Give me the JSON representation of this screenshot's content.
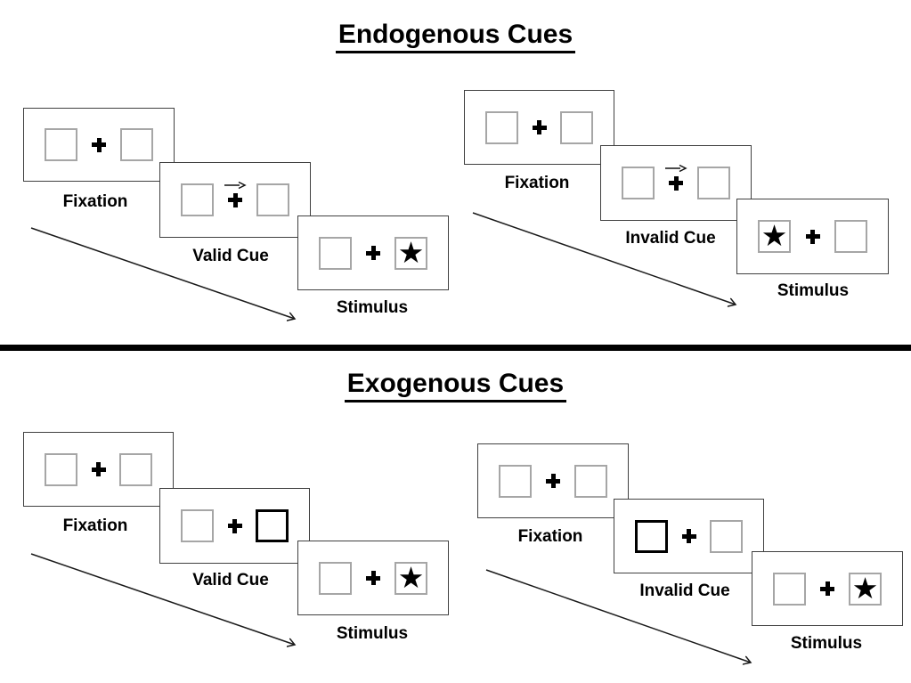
{
  "diagram": {
    "sections": [
      {
        "id": "endogenous",
        "title": "Endogenous Cues",
        "sequences": [
          {
            "id": "valid",
            "steps": [
              {
                "label": "Fixation",
                "cue": null,
                "target": null
              },
              {
                "label": "Valid Cue",
                "cue": "central-arrow-right",
                "target": null
              },
              {
                "label": "Stimulus",
                "cue": null,
                "target": "star-right"
              }
            ]
          },
          {
            "id": "invalid",
            "steps": [
              {
                "label": "Fixation",
                "cue": null,
                "target": null
              },
              {
                "label": "Invalid Cue",
                "cue": "central-arrow-right",
                "target": null
              },
              {
                "label": "Stimulus",
                "cue": null,
                "target": "star-left"
              }
            ]
          }
        ]
      },
      {
        "id": "exogenous",
        "title": "Exogenous Cues",
        "sequences": [
          {
            "id": "valid",
            "steps": [
              {
                "label": "Fixation",
                "cue": null,
                "target": null
              },
              {
                "label": "Valid Cue",
                "cue": "peripheral-highlight-right",
                "target": null
              },
              {
                "label": "Stimulus",
                "cue": null,
                "target": "star-right"
              }
            ]
          },
          {
            "id": "invalid",
            "steps": [
              {
                "label": "Fixation",
                "cue": null,
                "target": null
              },
              {
                "label": "Invalid Cue",
                "cue": "peripheral-highlight-left",
                "target": null
              },
              {
                "label": "Stimulus",
                "cue": null,
                "target": "star-right"
              }
            ]
          }
        ]
      }
    ],
    "icons": {
      "star": "★",
      "fixation_cross": "plus-shape",
      "cue_arrow": "right-arrow"
    },
    "colors": {
      "background": "#ffffff",
      "panel_border": "#404040",
      "placeholder_border": "#a6a6a6",
      "cue_highlight_border": "#000000",
      "ink": "#000000"
    }
  }
}
